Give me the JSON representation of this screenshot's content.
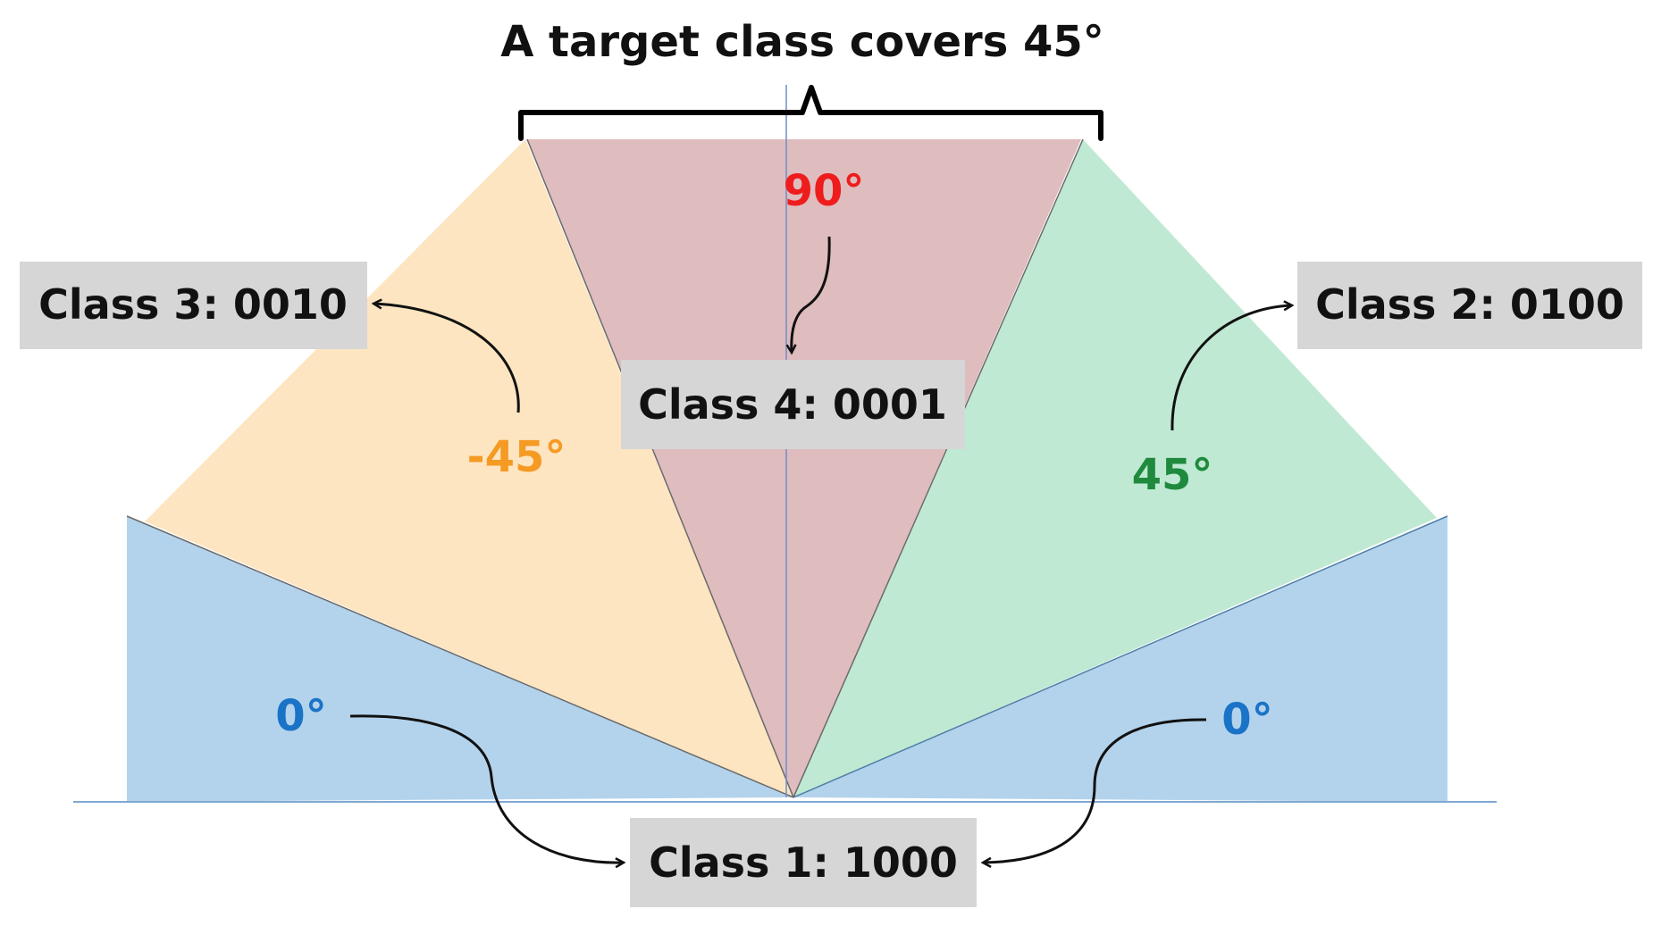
{
  "title": "A target class covers 45°",
  "classes": {
    "class1": "Class 1: 1000",
    "class2": "Class 2: 0100",
    "class3": "Class 3: 0010",
    "class4": "Class 4: 0001"
  },
  "angles": {
    "deg0_left": "0°",
    "deg0_right": "0°",
    "deg_neg45": "-45°",
    "deg45": "45°",
    "deg90": "90°"
  },
  "colors": {
    "blue_sector": "#b3d3ec",
    "orange_sector": "#fde5c1",
    "red_sector": "#dfbcbe",
    "green_sector": "#c0e9d3",
    "blue_text": "#1a73c7",
    "orange_text": "#f59a23",
    "green_text": "#1f8a3d",
    "red_text": "#ee1c1c",
    "label_box": "#d6d6d6"
  }
}
